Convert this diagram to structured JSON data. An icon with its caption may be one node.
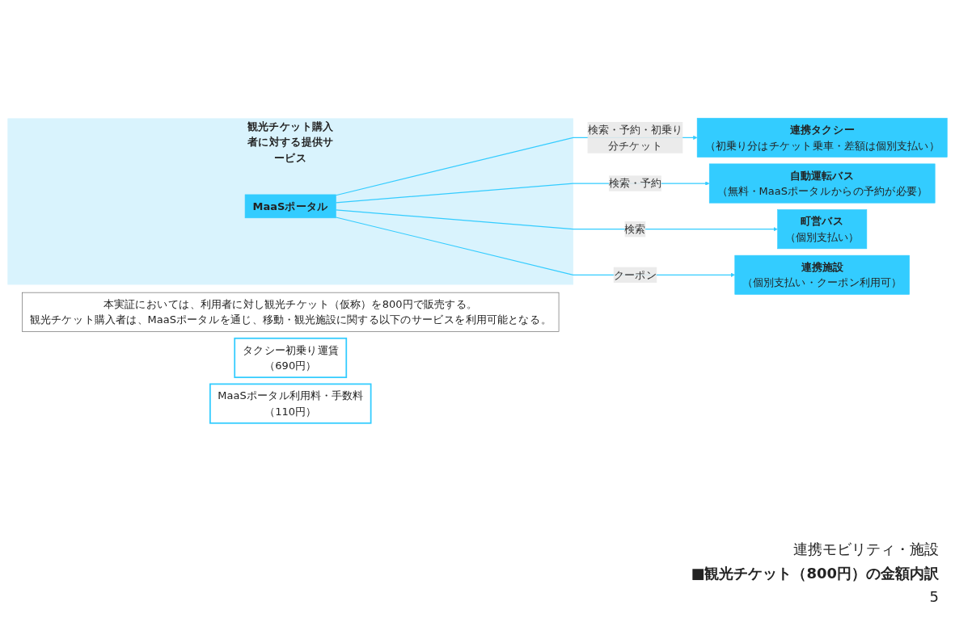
{
  "diagram": {
    "nodes": [
      {
        "text": [
          "本実証においては、利用者に対し観光チケット（仮称）を800円で販売する。",
          "観光チケット購入者は、MaaSポータルを通じ、移動・観光施設に関する以下のサービスを利用可能となる。"
        ]
      },
      {
        "text": [
          "観光チケット購入者に対する提供サービス"
        ]
      },
      {
        "text": [
          "MaaSポータル"
        ],
        "in": 1
      },
      {
        "text": [
          "連携タクシー",
          "（初乗り分はチケット乗車・差額は個別支払い）"
        ]
      },
      {
        "text": [
          "自動運転バス",
          "（無料・MaaSポータルからの予約が必要）"
        ]
      },
      {
        "text": [
          "町営バス",
          "（個別支払い）"
        ]
      },
      {
        "text": [
          "連携施設",
          "（個別支払い・クーポン利用可）"
        ]
      },
      {
        "text": [
          "タクシー初乗り運賃",
          "（690円）"
        ]
      },
      {
        "text": [
          "MaaSポータル利用料・手数料",
          "（110円）"
        ]
      }
    ],
    "edges": [
      {
        "from": 2,
        "to": 3,
        "arrow": "to",
        "label": "検索・予約・初乗り分チケット"
      },
      {
        "from": 2,
        "to": 4,
        "arrow": "to",
        "label": "検索・予約"
      },
      {
        "from": 2,
        "to": 5,
        "arrow": "to",
        "label": "検索"
      },
      {
        "from": 2,
        "to": 6,
        "arrow": "to",
        "label": "クーポン"
      }
    ],
    "labels": [
      "連携モビリティ・施設",
      "■観光チケット（800円）の金額内訳",
      "5"
    ]
  }
}
